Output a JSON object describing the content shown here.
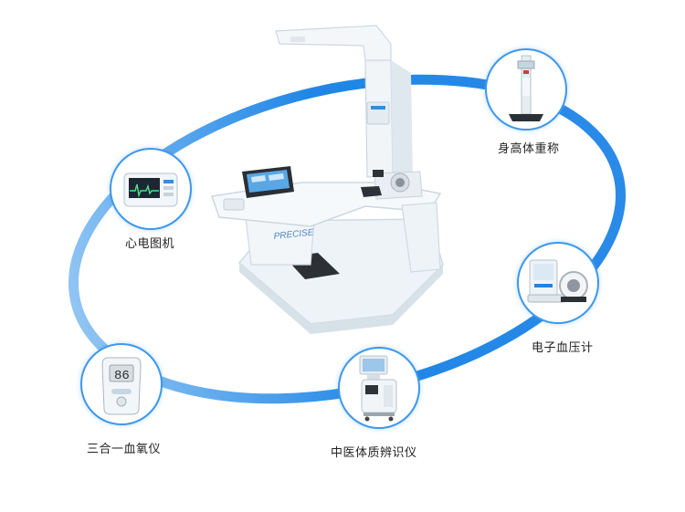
{
  "colors": {
    "ring": "#1f86e6",
    "node_border": "#3d98ea",
    "device_body": "#e9f0f5",
    "device_shadow": "#c7d3dc",
    "screen": "#2b6fbf"
  },
  "icons": {
    "center": "health-kiosk-illustration",
    "height_weight": "height-scale-icon",
    "ecg": "ecg-machine-icon",
    "blood_pressure": "blood-pressure-monitor-icon",
    "tcm": "tcm-constitution-device-icon",
    "three_in_one": "glucose-meter-icon"
  },
  "labels": {
    "height_weight": "身高体重称",
    "ecg": "心电图机",
    "blood_pressure": "电子血压计",
    "tcm": "中医体质辨识仪",
    "three_in_one": "三合一血氧仪",
    "brand": "PRECISE",
    "meter_reading": "86"
  }
}
